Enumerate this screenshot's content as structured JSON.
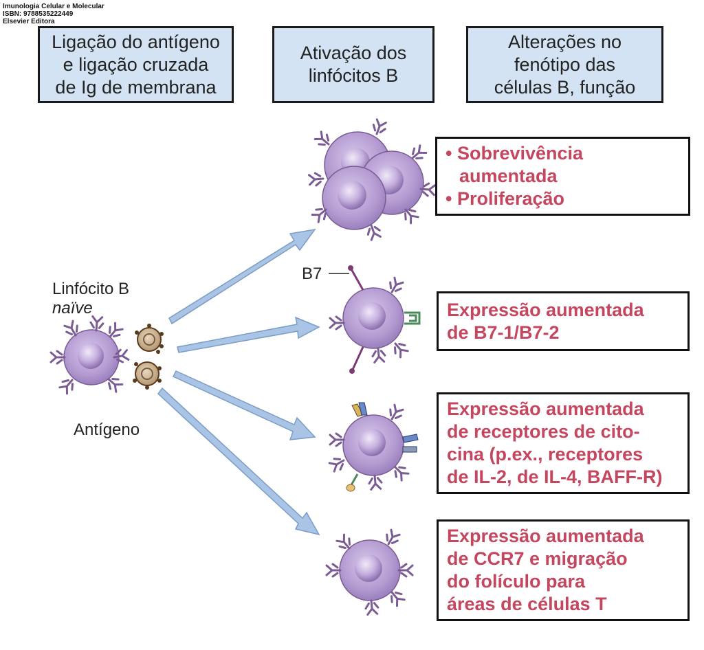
{
  "credit": {
    "line1": "Imunologia Celular e Molecular",
    "line2": "ISBN: 9788535222449",
    "line3": "Elsevier Editora"
  },
  "headers": [
    "Ligação do antígeno\ne ligação cruzada\nde Ig de membrana",
    "Ativação dos\nlinfócitos B",
    "Alterações no\nfenótipo das\ncélulas B, função"
  ],
  "labels": {
    "naive_line1": "Linfócito B",
    "naive_line2": "naïve",
    "antigen": "Antígeno",
    "b7": "B7"
  },
  "outcomes": {
    "survival": [
      "• Sobrevivência\naumentada",
      "• Proliferação"
    ],
    "b7": [
      "Expressão aumentada",
      "de B7-1/B7-2"
    ],
    "cytokine": [
      "Expressão aumentada",
      "de receptores de cito-",
      "cina (p.ex., receptores",
      "de IL-2, de IL-4, BAFF-R)"
    ],
    "ccr7": [
      "Expressão aumentada",
      "de CCR7 e migração",
      "do folículo para",
      "áreas de células T"
    ]
  },
  "colors": {
    "header_fill": "#d3e3f3",
    "outcome_text": "#c4465f",
    "cell_fill": "#b39ad0",
    "arrow_fill": "#a9c4e4"
  }
}
